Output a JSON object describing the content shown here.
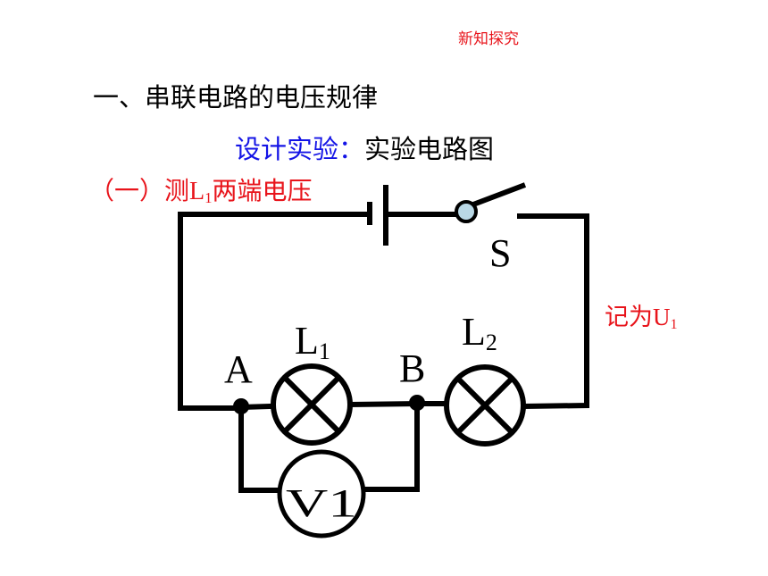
{
  "header": "新知探究",
  "title": "一、串联电路的电压规律",
  "design": {
    "label": "设计实验：",
    "text": "实验电路图"
  },
  "measure": {
    "prefix": "（一）测",
    "symbol": "L",
    "sub": "1",
    "suffix": "两端电压"
  },
  "note": {
    "prefix": "记为",
    "symbol": "U",
    "sub": "1"
  },
  "circuit": {
    "switch_label": "S",
    "lamp1": {
      "symbol": "L",
      "sub": "1"
    },
    "lamp2": {
      "symbol": "L",
      "sub": "2"
    },
    "node_a": "A",
    "node_b": "B",
    "voltmeter": "V1"
  }
}
